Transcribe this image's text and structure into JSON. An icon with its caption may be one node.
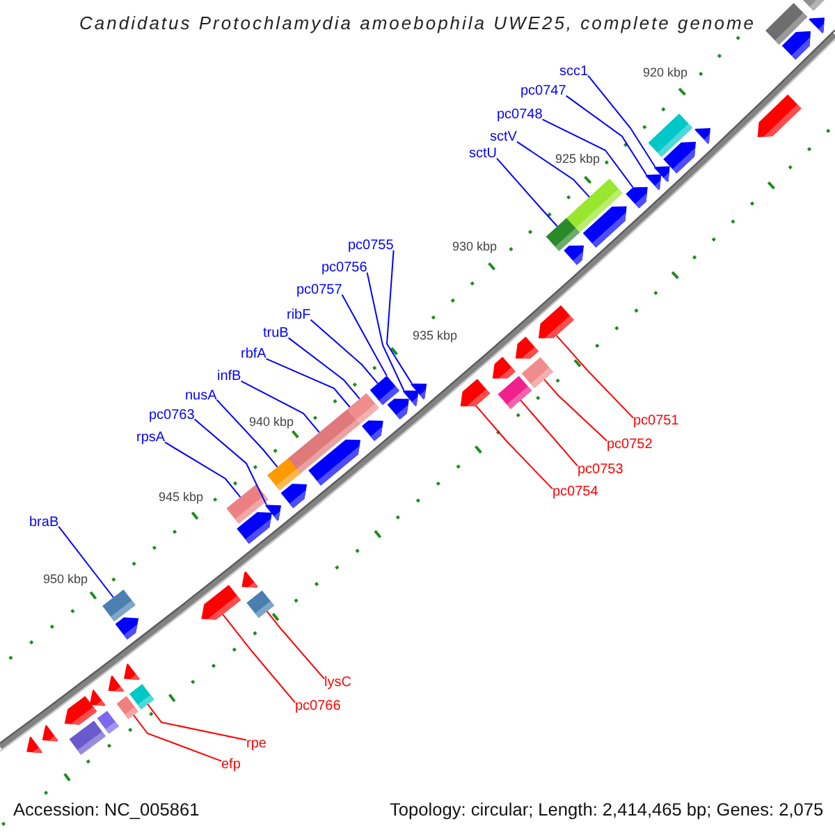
{
  "diagram": {
    "title": "Candidatus Protochlamydia amoebophila UWE25, complete genome",
    "nodes": [
      {
        "text": [
          "scc1"
        ]
      },
      {
        "text": [
          "pc0747"
        ]
      },
      {
        "text": [
          "pc0748"
        ]
      },
      {
        "text": [
          "sctV"
        ]
      },
      {
        "text": [
          "sctU"
        ]
      },
      {
        "text": [
          "pc0755"
        ]
      },
      {
        "text": [
          "pc0756"
        ]
      },
      {
        "text": [
          "pc0757"
        ]
      },
      {
        "text": [
          "ribF"
        ]
      },
      {
        "text": [
          "truB"
        ]
      },
      {
        "text": [
          "rbfA"
        ]
      },
      {
        "text": [
          "infB"
        ]
      },
      {
        "text": [
          "nusA"
        ]
      },
      {
        "text": [
          "pc0763"
        ]
      },
      {
        "text": [
          "rpsA"
        ]
      },
      {
        "text": [
          "pc0751"
        ]
      },
      {
        "text": [
          "pc0752"
        ]
      },
      {
        "text": [
          "pc0753"
        ]
      },
      {
        "text": [
          "pc0754"
        ]
      },
      {
        "text": [
          "braB"
        ]
      },
      {
        "text": [
          "lysC"
        ]
      },
      {
        "text": [
          "pc0766"
        ]
      },
      {
        "text": [
          "rpe"
        ]
      },
      {
        "text": [
          "efp"
        ]
      },
      {
        "text": [],
        "shape": "bar"
      },
      {
        "text": [],
        "shape": "bar"
      },
      {
        "text": [],
        "shape": "pentagon"
      },
      {
        "text": [],
        "shape": "pentagon"
      },
      {
        "text": [],
        "shape": "pentagon"
      },
      {
        "text": [],
        "shape": "pentagon"
      },
      {
        "text": [],
        "shape": "bar"
      },
      {
        "text": [],
        "shape": "pentagon"
      },
      {
        "text": [],
        "shape": "pentagon"
      },
      {
        "text": [],
        "shape": "pentagon"
      },
      {
        "text": [],
        "shape": "pentagon"
      },
      {
        "text": [],
        "shape": "bar"
      },
      {
        "text": [],
        "shape": "pentagon"
      },
      {
        "text": [],
        "shape": "bar"
      },
      {
        "text": [],
        "shape": "pentagon"
      },
      {
        "text": [],
        "shape": "pentagon"
      },
      {
        "text": [],
        "shape": "pentagon"
      },
      {
        "text": [],
        "shape": "pentagon"
      },
      {
        "text": [],
        "shape": "bar"
      },
      {
        "text": [],
        "shape": "pentagon"
      },
      {
        "text": [],
        "shape": "bar"
      },
      {
        "text": [],
        "shape": "bar"
      },
      {
        "text": [],
        "shape": "pentagon"
      },
      {
        "text": [],
        "shape": "pentagon"
      },
      {
        "text": [],
        "shape": "pentagon"
      },
      {
        "text": [],
        "shape": "bar"
      },
      {
        "text": [],
        "shape": "pentagon"
      },
      {
        "text": [],
        "shape": "bar"
      },
      {
        "text": [],
        "shape": "pentagon"
      },
      {
        "text": [],
        "shape": "bar"
      },
      {
        "text": [],
        "shape": "pentagon"
      },
      {
        "text": [],
        "shape": "bar"
      },
      {
        "text": [],
        "shape": "pentagon"
      },
      {
        "text": [],
        "shape": "pentagon"
      },
      {
        "text": [],
        "shape": "pentagon"
      },
      {
        "text": [],
        "shape": "bar"
      },
      {
        "text": [],
        "shape": "bar"
      },
      {
        "text": [],
        "shape": "pentagon"
      },
      {
        "text": [],
        "shape": "pentagon"
      },
      {
        "text": [],
        "shape": "pentagon"
      },
      {
        "text": [],
        "shape": "pentagon"
      },
      {
        "text": [],
        "shape": "bar"
      },
      {
        "text": [],
        "shape": "pentagon"
      },
      {
        "text": [],
        "shape": "bar"
      },
      {
        "text": [],
        "shape": "pentagon"
      },
      {
        "text": [],
        "shape": "bar"
      },
      {
        "text": [],
        "shape": "pentagon"
      },
      {
        "text": [],
        "shape": "bar"
      },
      {
        "text": [],
        "shape": "pentagon"
      }
    ],
    "edges": [
      {
        "from": 0,
        "to": 32,
        "arrow": "none"
      },
      {
        "from": 1,
        "to": 33,
        "arrow": "none"
      },
      {
        "from": 2,
        "to": 34,
        "arrow": "none"
      },
      {
        "from": 3,
        "to": 35,
        "arrow": "none"
      },
      {
        "from": 4,
        "to": 37,
        "arrow": "none"
      },
      {
        "from": 5,
        "to": 43,
        "arrow": "none"
      },
      {
        "from": 6,
        "to": 46,
        "arrow": "none"
      },
      {
        "from": 7,
        "to": 44,
        "arrow": "none"
      },
      {
        "from": 8,
        "to": 44,
        "arrow": "none"
      },
      {
        "from": 9,
        "to": 49,
        "arrow": "none"
      },
      {
        "from": 10,
        "to": 49,
        "arrow": "none"
      },
      {
        "from": 11,
        "to": 51,
        "arrow": "none"
      },
      {
        "from": 12,
        "to": 53,
        "arrow": "none"
      },
      {
        "from": 13,
        "to": 56,
        "arrow": "none"
      },
      {
        "from": 14,
        "to": 55,
        "arrow": "none"
      },
      {
        "from": 15,
        "to": 39,
        "arrow": "none",
        "color": "#ff0000"
      },
      {
        "from": 16,
        "to": 42,
        "arrow": "none",
        "color": "#ff0000"
      },
      {
        "from": 17,
        "to": 45,
        "arrow": "none",
        "color": "#ff0000"
      },
      {
        "from": 18,
        "to": 47,
        "arrow": "none",
        "color": "#ff0000"
      },
      {
        "from": 19,
        "to": 60,
        "arrow": "none"
      },
      {
        "from": 20,
        "to": 59,
        "arrow": "none",
        "color": "#ff0000"
      },
      {
        "from": 21,
        "to": 61,
        "arrow": "none",
        "color": "#ff0000"
      },
      {
        "from": 22,
        "to": 65,
        "arrow": "none",
        "color": "#ff0000"
      },
      {
        "from": 23,
        "to": 67,
        "arrow": "none",
        "color": "#ff0000"
      }
    ],
    "labels": [
      "920 kbp",
      "925 kbp",
      "930 kbp",
      "935 kbp",
      "940 kbp",
      "945 kbp",
      "950 kbp",
      "Accession: NC_005861",
      "Topology: circular; Length: 2,414,465 bp; Genes: 2,075"
    ]
  }
}
